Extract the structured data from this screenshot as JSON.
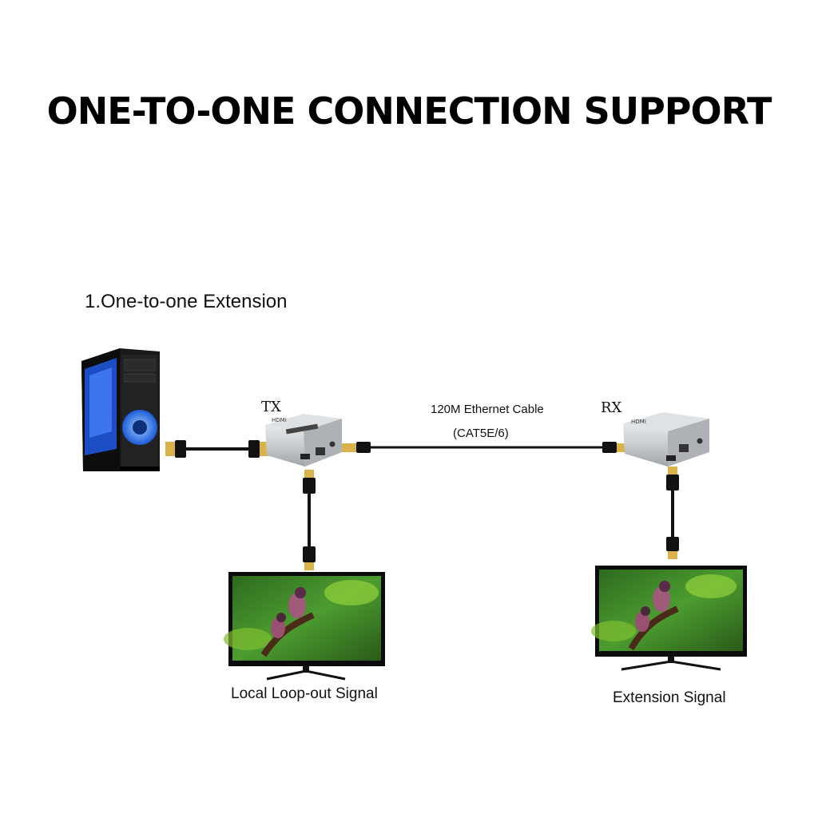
{
  "title": "ONE-TO-ONE CONNECTION SUPPORT",
  "section": "1.One-to-one Extension",
  "devices": {
    "transmitter": {
      "label": "TX",
      "logo": "HDMI"
    },
    "receiver": {
      "label": "RX",
      "logo": "HDMI"
    }
  },
  "cable": {
    "name": "120M Ethernet Cable",
    "type": "(CAT5E/6)"
  },
  "captions": {
    "local": "Local Loop-out Signal",
    "extension": "Extension Signal"
  },
  "colors": {
    "case_blue": "#2a6cff",
    "cable": "#111111",
    "device_silver": "#c9ccd0",
    "connector_gold": "#d9b24a",
    "screen_green": "#3f8a2a"
  }
}
